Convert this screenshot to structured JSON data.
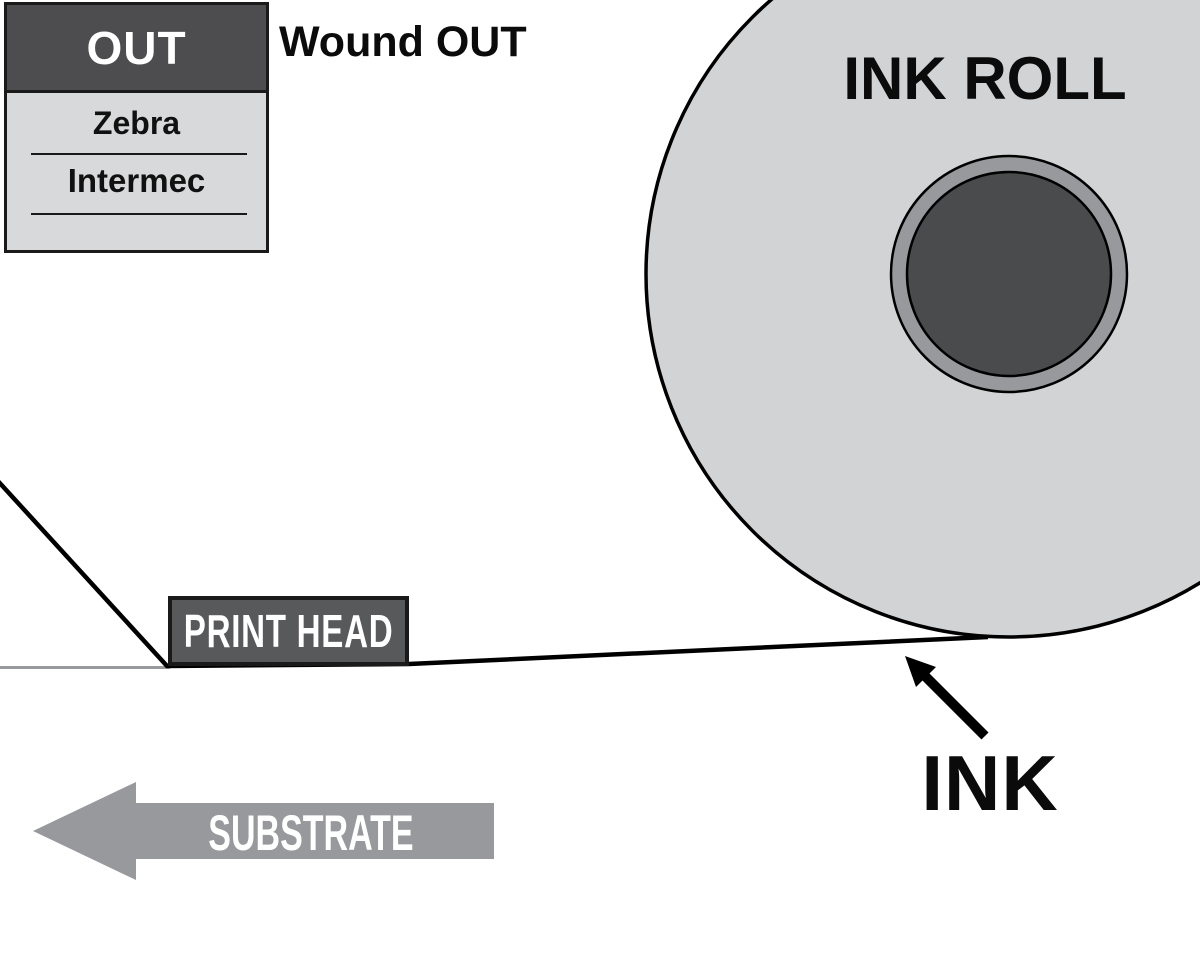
{
  "legend_box": {
    "header": "OUT",
    "items": [
      {
        "label": "Zebra"
      },
      {
        "label": "Intermec"
      }
    ]
  },
  "labels": {
    "wound_out": "Wound OUT",
    "ink_roll": "INK ROLL",
    "print_head": "PRINT HEAD",
    "substrate": "SUBSTRATE",
    "ink": "INK"
  },
  "colors": {
    "dark_gray": "#4d4d4f",
    "print_head_gray": "#58595b",
    "panel_light_gray": "#d8d9da",
    "roll_light_gray": "#d2d3d5",
    "medium_gray": "#97999c",
    "core_dark": "#4a4b4d",
    "line_black": "#000000",
    "text_white": "#ffffff"
  }
}
